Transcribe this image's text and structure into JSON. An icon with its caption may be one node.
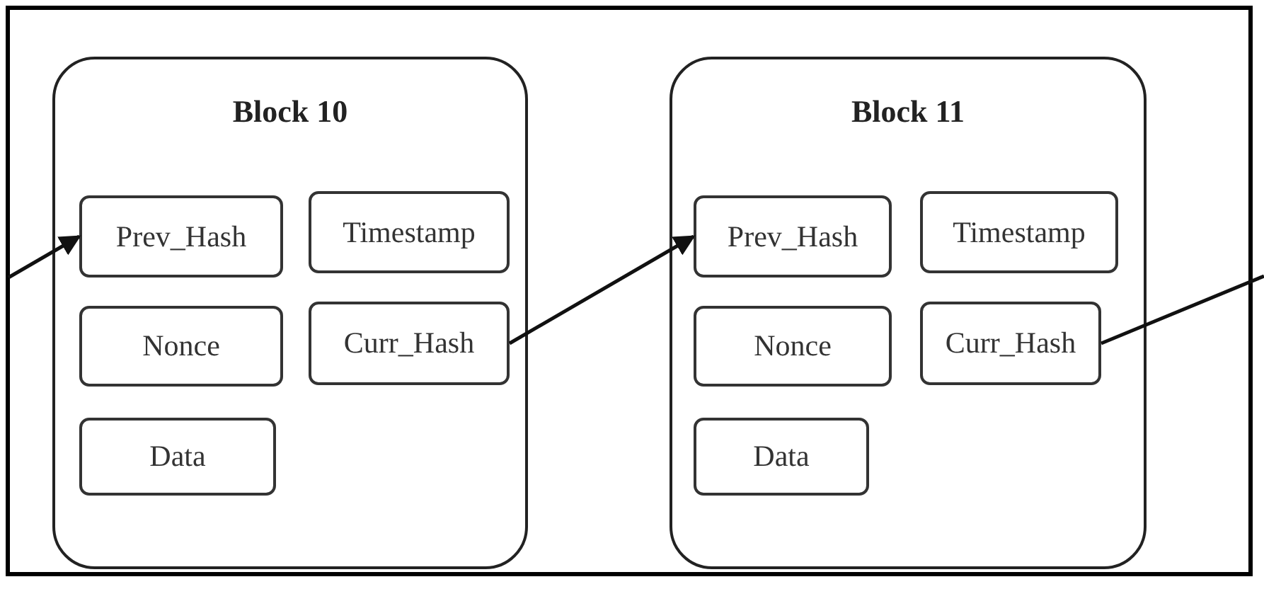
{
  "diagram": {
    "nodes": [
      {
        "text": [
          "Block 10"
        ]
      },
      {
        "text": [
          "Prev_Hash"
        ],
        "in": 0
      },
      {
        "text": [
          "Timestamp"
        ],
        "in": 0
      },
      {
        "text": [
          "Nonce"
        ],
        "in": 0
      },
      {
        "text": [
          "Curr_Hash"
        ],
        "in": 0
      },
      {
        "text": [
          "Data"
        ],
        "in": 0
      },
      {
        "text": [
          "Block 11"
        ]
      },
      {
        "text": [
          "Prev_Hash"
        ],
        "in": 6
      },
      {
        "text": [
          "Timestamp"
        ],
        "in": 6
      },
      {
        "text": [
          "Nonce"
        ],
        "in": 6
      },
      {
        "text": [
          "Curr_Hash"
        ],
        "in": 6
      },
      {
        "text": [
          "Data"
        ],
        "in": 6
      }
    ],
    "edges": [
      {
        "from": null,
        "to": 1,
        "arrow": "to"
      },
      {
        "from": 4,
        "to": 7,
        "arrow": "to"
      },
      {
        "from": 10,
        "to": null,
        "arrow": "none"
      }
    ]
  }
}
